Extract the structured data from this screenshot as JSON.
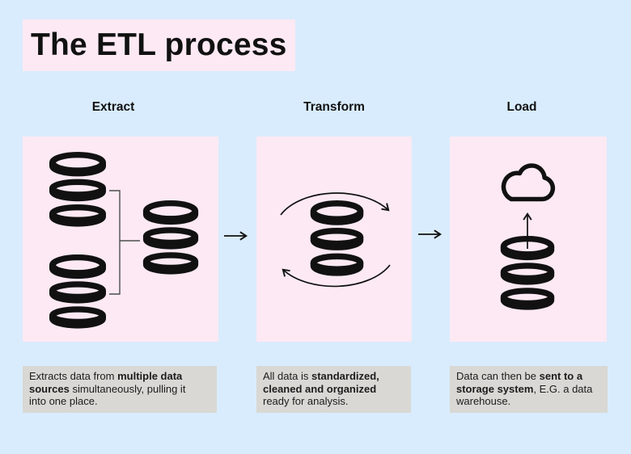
{
  "colors": {
    "background": "#d9ecfd",
    "panel": "#fce9f3",
    "caption_bg": "#d9d8d4",
    "ink": "#111111",
    "connector": "#4d4d4d"
  },
  "title": "The ETL process",
  "columns": [
    {
      "header": "Extract",
      "icons": [
        "database-icon",
        "database-icon",
        "database-icon",
        "bracket-connector"
      ],
      "caption_lines": [
        {
          "segs": [
            {
              "text": "Extracts data from ",
              "style": "r"
            },
            {
              "text": "multiple data",
              "style": "b"
            }
          ]
        },
        {
          "segs": [
            {
              "text": "sources",
              "style": "b"
            },
            {
              "text": " simultaneously, pulling it",
              "style": "r"
            }
          ]
        },
        {
          "segs": [
            {
              "text": "into one place.",
              "style": "r"
            }
          ]
        }
      ]
    },
    {
      "header": "Transform",
      "icons": [
        "sync-arrows-icon",
        "database-icon"
      ],
      "caption_lines": [
        {
          "segs": [
            {
              "text": "All data is ",
              "style": "r"
            },
            {
              "text": "standardized,",
              "style": "b"
            }
          ]
        },
        {
          "segs": [
            {
              "text": "cleaned and organized",
              "style": "b"
            }
          ]
        },
        {
          "segs": [
            {
              "text": "ready for analysis.",
              "style": "r"
            }
          ]
        }
      ]
    },
    {
      "header": "Load",
      "icons": [
        "cloud-icon",
        "upload-arrow-icon",
        "database-icon"
      ],
      "caption_lines": [
        {
          "segs": [
            {
              "text": "Data can then be ",
              "style": "r"
            },
            {
              "text": "sent to a",
              "style": "b"
            }
          ]
        },
        {
          "segs": [
            {
              "text": "storage system",
              "style": "b"
            },
            {
              "text": ", E.G. a data",
              "style": "r"
            }
          ]
        },
        {
          "segs": [
            {
              "text": "warehouse.",
              "style": "r"
            }
          ]
        }
      ]
    }
  ],
  "flow": {
    "arrow_between_panels": "right-arrow-icon",
    "arrow_count": 2
  }
}
